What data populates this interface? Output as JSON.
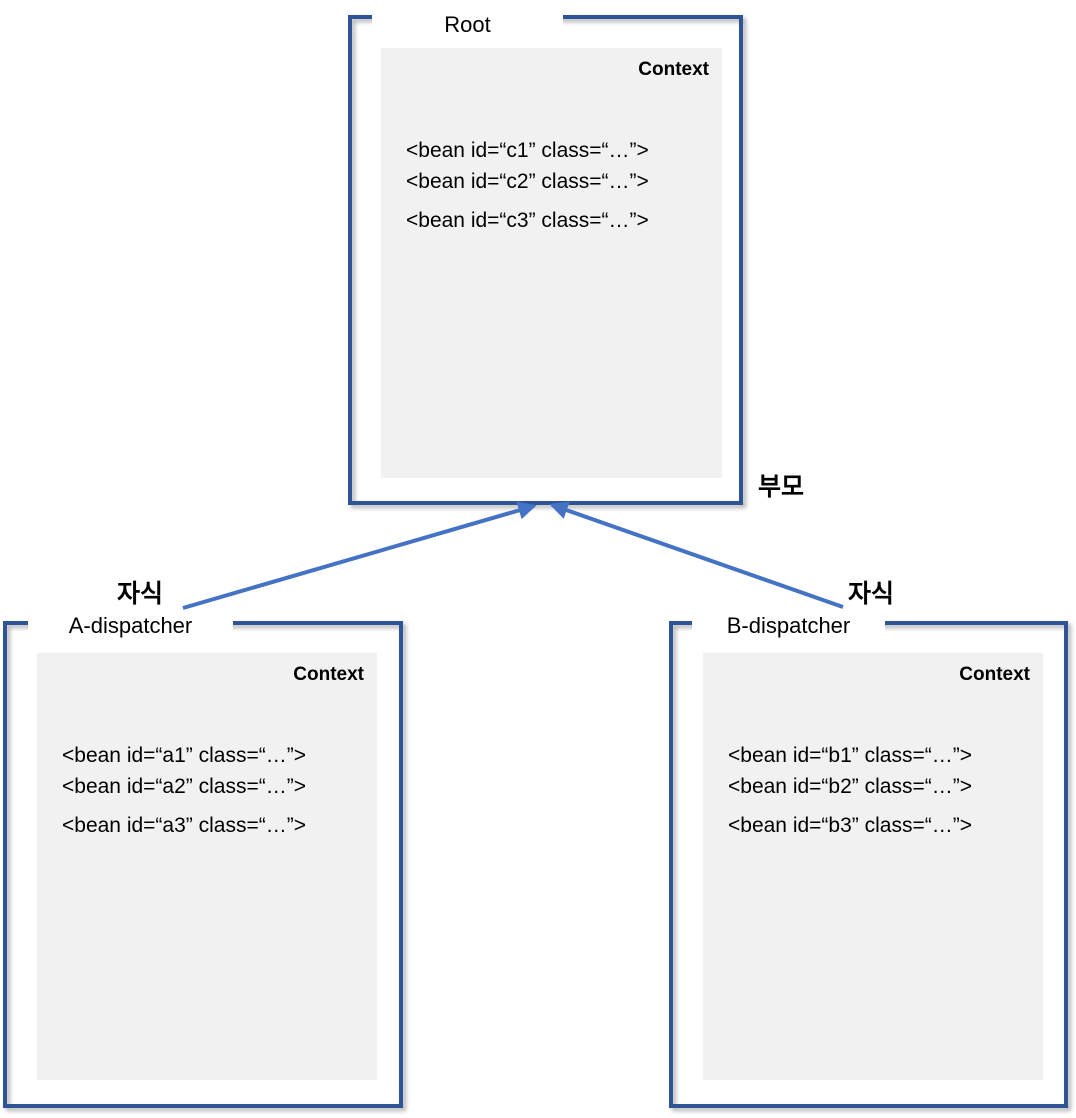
{
  "colors": {
    "frame_border": "#2F5496",
    "arrow": "#4472C4",
    "context_bg": "#F1F1F1",
    "text": "#000000"
  },
  "root": {
    "title": "Root",
    "context_label": "Context",
    "beans": [
      "<bean id=“c1” class=“…”>",
      "<bean id=“c2” class=“…”>",
      "<bean id=“c3” class=“…”>"
    ],
    "side_label": "부모"
  },
  "dispatcher_a": {
    "title": "A-dispatcher",
    "context_label": "Context",
    "beans": [
      "<bean id=“a1” class=“…”>",
      "<bean id=“a2” class=“…”>",
      "<bean id=“a3” class=“…”>"
    ],
    "side_label": "자식"
  },
  "dispatcher_b": {
    "title": "B-dispatcher",
    "context_label": "Context",
    "beans": [
      "<bean id=“b1” class=“…”>",
      "<bean id=“b2” class=“…”>",
      "<bean id=“b3” class=“…”>"
    ],
    "side_label": "자식"
  }
}
